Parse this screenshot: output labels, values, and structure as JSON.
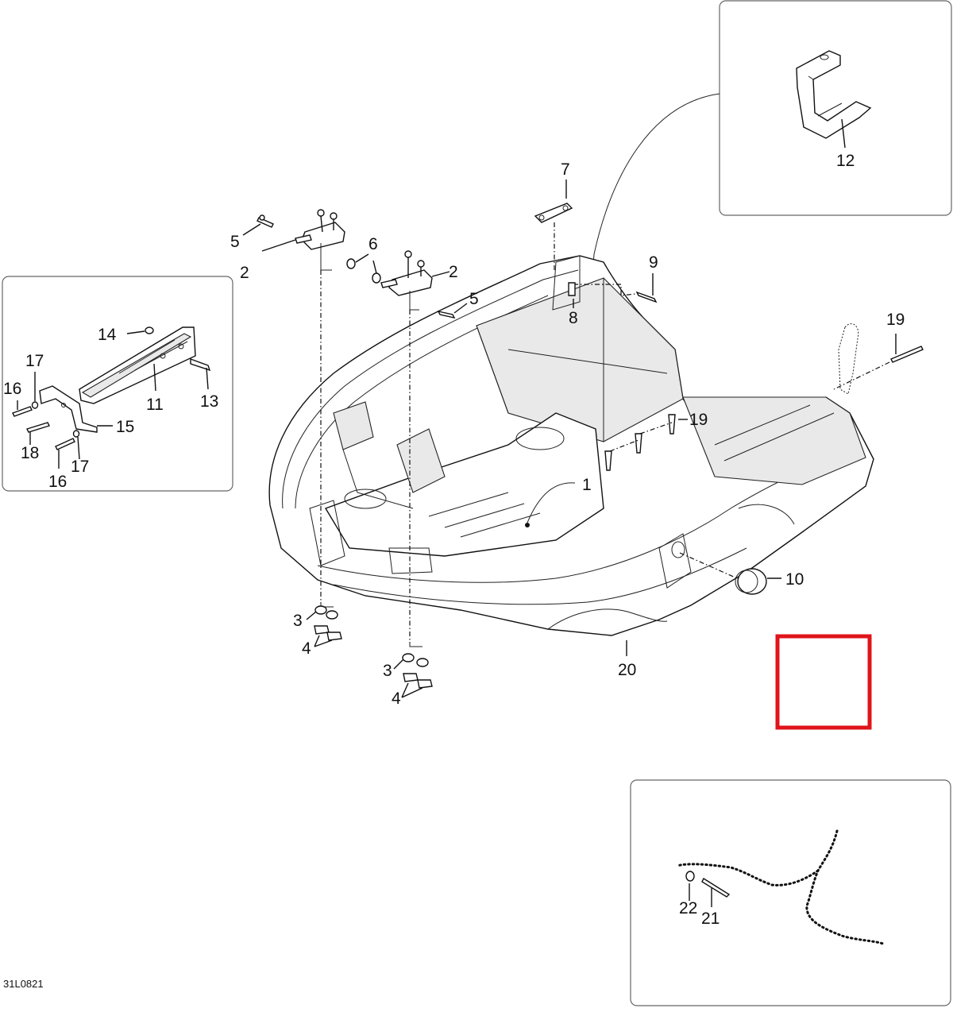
{
  "diagram": {
    "drawing_code": "31L0821",
    "callouts": [
      {
        "id": "c1",
        "label": "1"
      },
      {
        "id": "c2a",
        "label": "2"
      },
      {
        "id": "c2b",
        "label": "2"
      },
      {
        "id": "c3a",
        "label": "3"
      },
      {
        "id": "c3b",
        "label": "3"
      },
      {
        "id": "c4a",
        "label": "4"
      },
      {
        "id": "c4b",
        "label": "4"
      },
      {
        "id": "c5a",
        "label": "5"
      },
      {
        "id": "c5b",
        "label": "5"
      },
      {
        "id": "c6",
        "label": "6"
      },
      {
        "id": "c7",
        "label": "7"
      },
      {
        "id": "c8",
        "label": "8"
      },
      {
        "id": "c9",
        "label": "9"
      },
      {
        "id": "c10",
        "label": "10"
      },
      {
        "id": "c11",
        "label": "11"
      },
      {
        "id": "c12",
        "label": "12"
      },
      {
        "id": "c13",
        "label": "13"
      },
      {
        "id": "c14",
        "label": "14"
      },
      {
        "id": "c15",
        "label": "15"
      },
      {
        "id": "c16a",
        "label": "16"
      },
      {
        "id": "c16b",
        "label": "16"
      },
      {
        "id": "c17a",
        "label": "17"
      },
      {
        "id": "c17b",
        "label": "17"
      },
      {
        "id": "c18",
        "label": "18"
      },
      {
        "id": "c19a",
        "label": "19"
      },
      {
        "id": "c19b",
        "label": "19"
      },
      {
        "id": "c20",
        "label": "20"
      },
      {
        "id": "c21",
        "label": "21"
      },
      {
        "id": "c22",
        "label": "22"
      }
    ],
    "highlight_color": "#e0141b"
  }
}
